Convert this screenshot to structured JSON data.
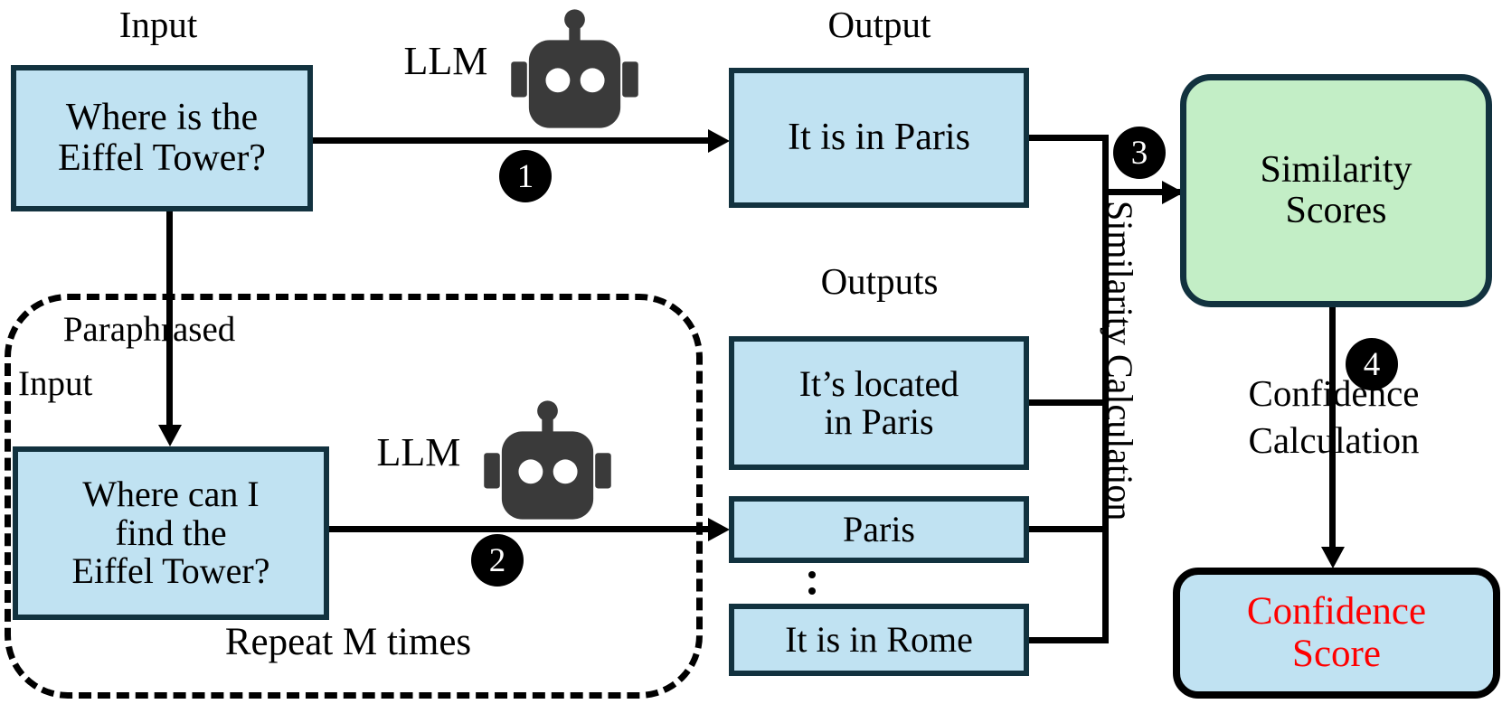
{
  "diagram": {
    "title": "LLM self-consistency confidence estimation pipeline",
    "colors": {
      "box_fill_blue": "#c0e2f2",
      "box_border_navy": "#12323f",
      "box_fill_green": "#c3eec6",
      "box_border_black": "#000000",
      "confidence_text_red": "#ff0000",
      "robot_dark": "#3a3a3a"
    },
    "captions": {
      "input": "Input",
      "output": "Output",
      "outputs": "Outputs",
      "paraphrased_input": "Paraphrased\nInput",
      "paraphrased_input_line1": "Paraphrased",
      "paraphrased_input_line2": "Input",
      "repeat": "Repeat M times",
      "llm_top": "LLM",
      "llm_bottom": "LLM",
      "similarity_calculation": "Similarity Calculation",
      "confidence_calculation_line1": "Confidence",
      "confidence_calculation_line2": "Calculation"
    },
    "nodes": {
      "input_box": {
        "line1": "Where is the",
        "line2": "Eiffel Tower?"
      },
      "paraphrased_box": {
        "line1": "Where can I",
        "line2": "find the",
        "line3": "Eiffel Tower?"
      },
      "output_single": "It is in Paris",
      "outputs_list": [
        {
          "line1": "It’s located",
          "line2": "in Paris"
        },
        {
          "line1": "Paris",
          "line2": ""
        },
        {
          "line1": "It is in Rome",
          "line2": ""
        }
      ],
      "similarity_scores": {
        "line1": "Similarity",
        "line2": "Scores"
      },
      "confidence_score": {
        "line1": "Confidence",
        "line2": "Score"
      }
    },
    "step_badges": [
      {
        "number": "1"
      },
      {
        "number": "2"
      },
      {
        "number": "3"
      },
      {
        "number": "4"
      }
    ],
    "ellipsis": "⋮"
  }
}
